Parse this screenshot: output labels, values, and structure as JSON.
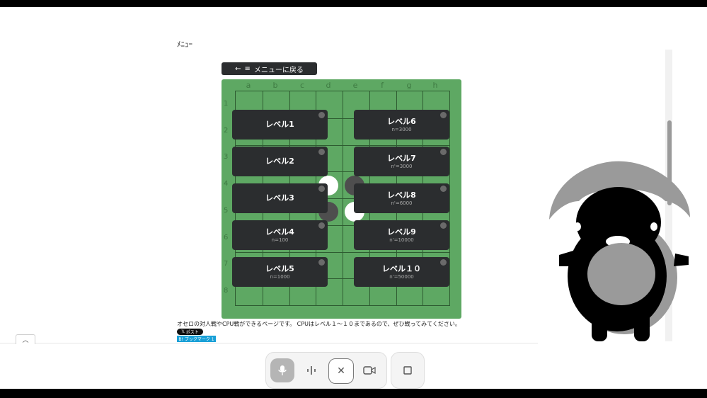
{
  "page": {
    "heading_fragment": "ﾒﾆｭｰ",
    "back_button_label": "メニューに戻る",
    "description": "オセロの対人戦やCPU戦ができるページです。 CPUはレベル１～１０まであるので、ぜひ戦ってみてください。",
    "post_button_label": "ポスト",
    "bookmark_button_label": "B! ブックマーク 1",
    "collapse_icon": "chevron-up-icon"
  },
  "board": {
    "columns": [
      "a",
      "b",
      "c",
      "d",
      "e",
      "f",
      "g",
      "h"
    ],
    "rows": [
      "1",
      "2",
      "3",
      "4",
      "5",
      "6",
      "7",
      "8"
    ],
    "board_color": "#5ea863",
    "white_disc_color": "#ffffff",
    "black_disc_color": "#4e4e4e"
  },
  "levels": {
    "left": [
      {
        "label": "レベル1",
        "sub": ""
      },
      {
        "label": "レベル2",
        "sub": ""
      },
      {
        "label": "レベル3",
        "sub": ""
      },
      {
        "label": "レベル4",
        "sub": "n=100"
      },
      {
        "label": "レベル5",
        "sub": "n=1000"
      }
    ],
    "right": [
      {
        "label": "レベル6",
        "sub": "n=3000"
      },
      {
        "label": "レベル7",
        "sub": "n'=3000"
      },
      {
        "label": "レベル8",
        "sub": "n'=6000"
      },
      {
        "label": "レベル9",
        "sub": "n'=10000"
      },
      {
        "label": "レベル１０",
        "sub": "n'=50000"
      }
    ]
  },
  "call_controls": {
    "icons": [
      "microphone-icon",
      "audio-waveform-icon",
      "close-icon",
      "video-camera-icon",
      "stop-icon"
    ],
    "mic_active_color": "#b5b5b5"
  },
  "colors": {
    "button_dark": "#2b2d2f",
    "hatena_blue": "#19a0d7",
    "mascot_gray": "#9a9a9a",
    "mascot_black": "#000000"
  }
}
